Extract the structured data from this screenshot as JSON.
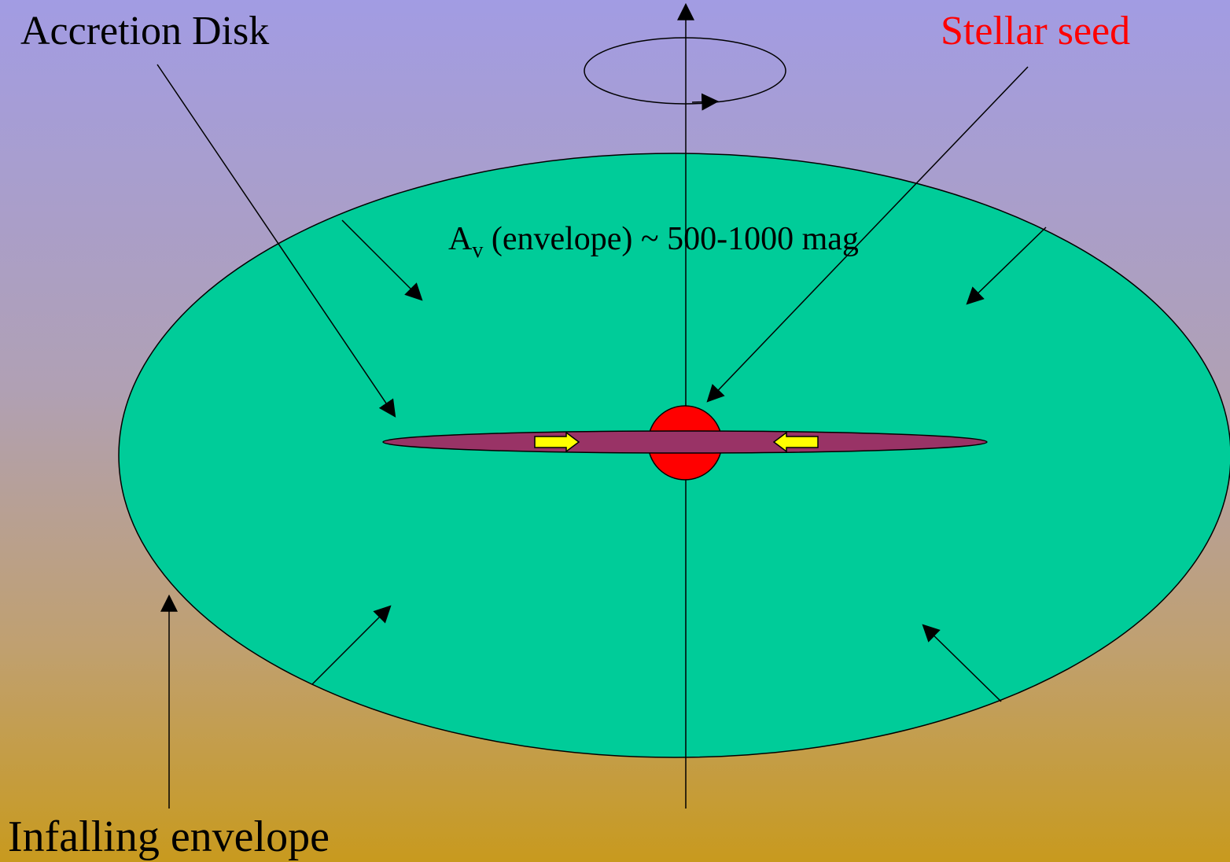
{
  "labels": {
    "accretion_disk": "Accretion Disk",
    "stellar_seed": "Stellar seed",
    "infalling_envelope": "Infalling envelope",
    "extinction_main": "A",
    "extinction_sub": "v",
    "extinction_rest": " (envelope) ~ 500-1000 mag"
  },
  "colors": {
    "envelope": "#00cc99",
    "disk": "#993366",
    "stellar_seed": "#ff0000",
    "flow_arrows": "#ffff00",
    "stellar_seed_label": "#ff0000",
    "lines": "#000000"
  }
}
